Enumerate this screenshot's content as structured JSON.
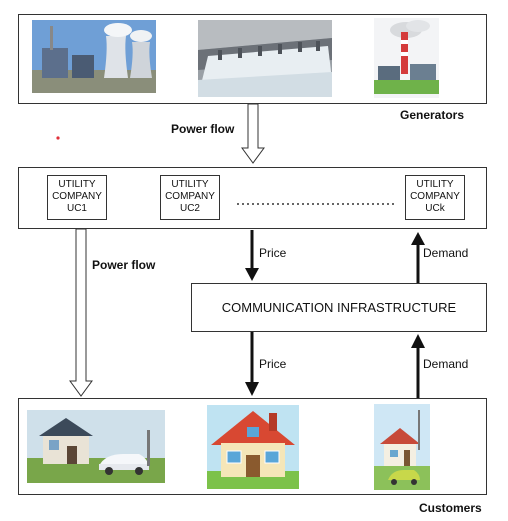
{
  "generators": {
    "label": "Generators",
    "icons": [
      "coal-power-plant-photo",
      "hydro-dam-photo",
      "smokestack-factory-illustration"
    ]
  },
  "power_flow_top": "Power flow",
  "power_flow_left": "Power flow",
  "utilities": [
    {
      "line1": "UTILITY",
      "line2": "COMPANY",
      "line3": "UC1"
    },
    {
      "line1": "UTILITY",
      "line2": "COMPANY",
      "line3": "UC2"
    },
    {
      "line1": "UTILITY",
      "line2": "COMPANY",
      "line3": "UCk"
    }
  ],
  "price_upper": "Price",
  "demand_upper": "Demand",
  "comm_infra": "COMMUNICATION INFRASTRUCTURE",
  "price_lower": "Price",
  "demand_lower": "Demand",
  "customers": {
    "label": "Customers",
    "icons": [
      "smart-home-ev-photo",
      "house-illustration",
      "house-ev-illustration"
    ]
  },
  "colors": {
    "line": "#333333",
    "arrow": "#111111",
    "accent": "#e0303a"
  }
}
